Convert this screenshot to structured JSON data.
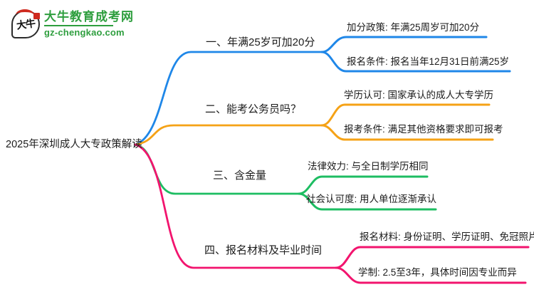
{
  "logo": {
    "bubble_text": "大牛",
    "site_name": "大牛教育成考网",
    "site_url": "gz-chengkao.com",
    "brand_green": "#2e9e3e",
    "seal_red": "#cf2a1f"
  },
  "mindmap": {
    "root": {
      "label": "2025年深圳成人大专政策解读"
    },
    "branches": [
      {
        "label": "一、年满25岁可加20分",
        "color": "#1f87e8",
        "children": [
          {
            "label": "加分政策: 年满25周岁可加20分"
          },
          {
            "label": "报名条件: 报名当年12月31日前满25岁"
          }
        ]
      },
      {
        "label": "二、能考公务员吗？",
        "color": "#f5a216",
        "children": [
          {
            "label": "学历认可: 国家承认的成人大专学历"
          },
          {
            "label": "报考条件: 满足其他资格要求即可报考"
          }
        ]
      },
      {
        "label": "三、含金量",
        "color": "#1dbd62",
        "children": [
          {
            "label": "法律效力: 与全日制学历相同"
          },
          {
            "label": "社会认可度: 用人单位逐渐承认"
          }
        ]
      },
      {
        "label": "四、报名材料及毕业时间",
        "color": "#f2146e",
        "children": [
          {
            "label": "报名材料: 身份证明、学历证明、免冠照片"
          },
          {
            "label": "学制: 2.5至3年，具体时间因专业而异"
          }
        ]
      }
    ]
  }
}
